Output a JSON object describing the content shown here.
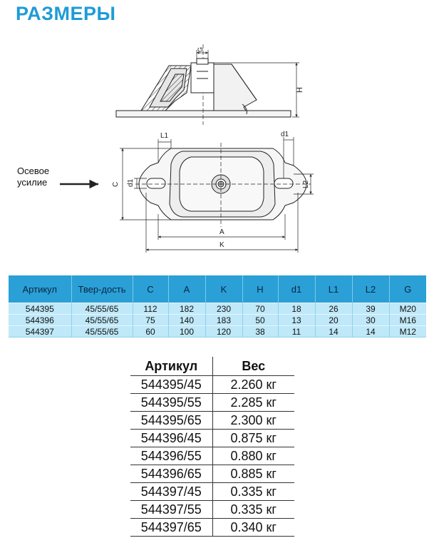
{
  "title": "РАЗМЕРЫ",
  "drawing": {
    "axial_force_label": "Осевое усилие",
    "dim_labels": {
      "G": "G",
      "H": "H",
      "L1": "L1",
      "d1_top": "d1",
      "C": "C",
      "d1_left": "d1",
      "L2": "L2",
      "A": "A",
      "K": "K"
    }
  },
  "dimensions_table": {
    "headers": [
      "Артикул",
      "Твер-дость",
      "C",
      "A",
      "K",
      "H",
      "d1",
      "L1",
      "L2",
      "G"
    ],
    "rows": [
      [
        "544395",
        "45/55/65",
        "112",
        "182",
        "230",
        "70",
        "18",
        "26",
        "39",
        "M20"
      ],
      [
        "544396",
        "45/55/65",
        "75",
        "140",
        "183",
        "50",
        "13",
        "20",
        "30",
        "M16"
      ],
      [
        "544397",
        "45/55/65",
        "60",
        "100",
        "120",
        "38",
        "11",
        "14",
        "14",
        "M12"
      ]
    ]
  },
  "weights_table": {
    "headers": [
      "Артикул",
      "Вес"
    ],
    "rows": [
      [
        "544395/45",
        "2.260 кг"
      ],
      [
        "544395/55",
        "2.285 кг"
      ],
      [
        "544395/65",
        "2.300 кг"
      ],
      [
        "544396/45",
        "0.875 кг"
      ],
      [
        "544396/55",
        "0.880 кг"
      ],
      [
        "544396/65",
        "0.885 кг"
      ],
      [
        "544397/45",
        "0.335 кг"
      ],
      [
        "544397/55",
        "0.335 кг"
      ],
      [
        "544397/65",
        "0.340 кг"
      ]
    ]
  },
  "colors": {
    "title": "#1e9bd7",
    "table_header": "#2aa0d6",
    "table_row": "#bfe8f8"
  }
}
